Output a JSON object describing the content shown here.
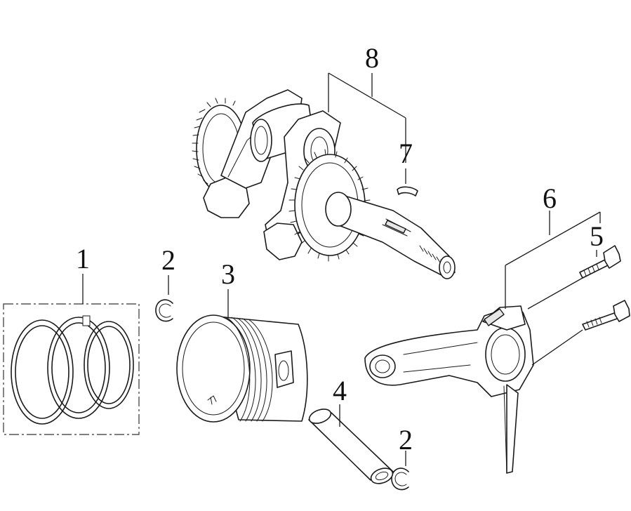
{
  "callouts": {
    "c1": "1",
    "c2a": "2",
    "c2b": "2",
    "c3": "3",
    "c4": "4",
    "c5": "5",
    "c6": "6",
    "c7": "7",
    "c8": "8"
  },
  "parts": [
    {
      "ref": "1",
      "part": "piston-rings-set",
      "icon": "piston-rings-icon"
    },
    {
      "ref": "2",
      "part": "piston-pin-clip",
      "icon": "circlip-icon"
    },
    {
      "ref": "3",
      "part": "piston",
      "icon": "piston-icon"
    },
    {
      "ref": "4",
      "part": "piston-pin",
      "icon": "pin-icon"
    },
    {
      "ref": "5",
      "part": "connecting-rod-bolt",
      "icon": "bolt-icon"
    },
    {
      "ref": "6",
      "part": "connecting-rod-assembly",
      "icon": "connecting-rod-icon"
    },
    {
      "ref": "7",
      "part": "woodruff-key",
      "icon": "key-icon"
    },
    {
      "ref": "8",
      "part": "crankshaft-assembly",
      "icon": "crankshaft-icon"
    }
  ],
  "colors": {
    "line": "#1a1a1a",
    "background": "#ffffff",
    "shade": "#e6e6e6"
  }
}
